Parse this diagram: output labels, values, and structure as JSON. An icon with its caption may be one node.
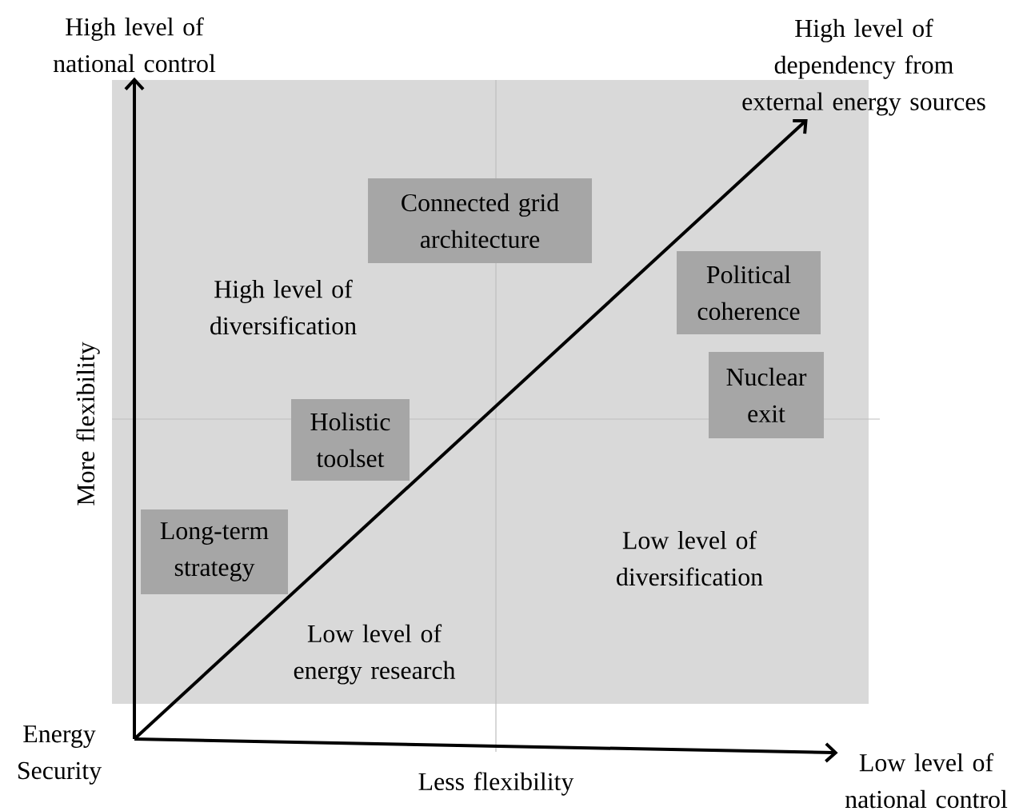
{
  "diagram": {
    "nodes": [
      {
        "text": [
          "High level of national control"
        ]
      },
      {
        "text": [
          "High level of dependency from external energy sources"
        ]
      },
      {
        "text": [
          "Low level of national control"
        ]
      },
      {
        "text": [
          "Connected grid architecture"
        ]
      },
      {
        "text": [
          "Political coherence"
        ]
      },
      {
        "text": [
          "Nuclear exit"
        ]
      },
      {
        "text": [
          "Holistic toolset"
        ]
      },
      {
        "text": [
          "Long-term strategy"
        ]
      },
      {
        "text": [
          "Energy Security"
        ]
      }
    ],
    "edges": [
      {
        "from": 8,
        "to": 0,
        "arrow": "to"
      },
      {
        "from": 8,
        "to": 1,
        "arrow": "to"
      },
      {
        "from": 8,
        "to": 2,
        "arrow": "to"
      }
    ],
    "labels": [
      "High level of diversification",
      "More flexibility",
      "Low level of diversification",
      "Low level of energy research",
      "Less flexibility"
    ]
  }
}
